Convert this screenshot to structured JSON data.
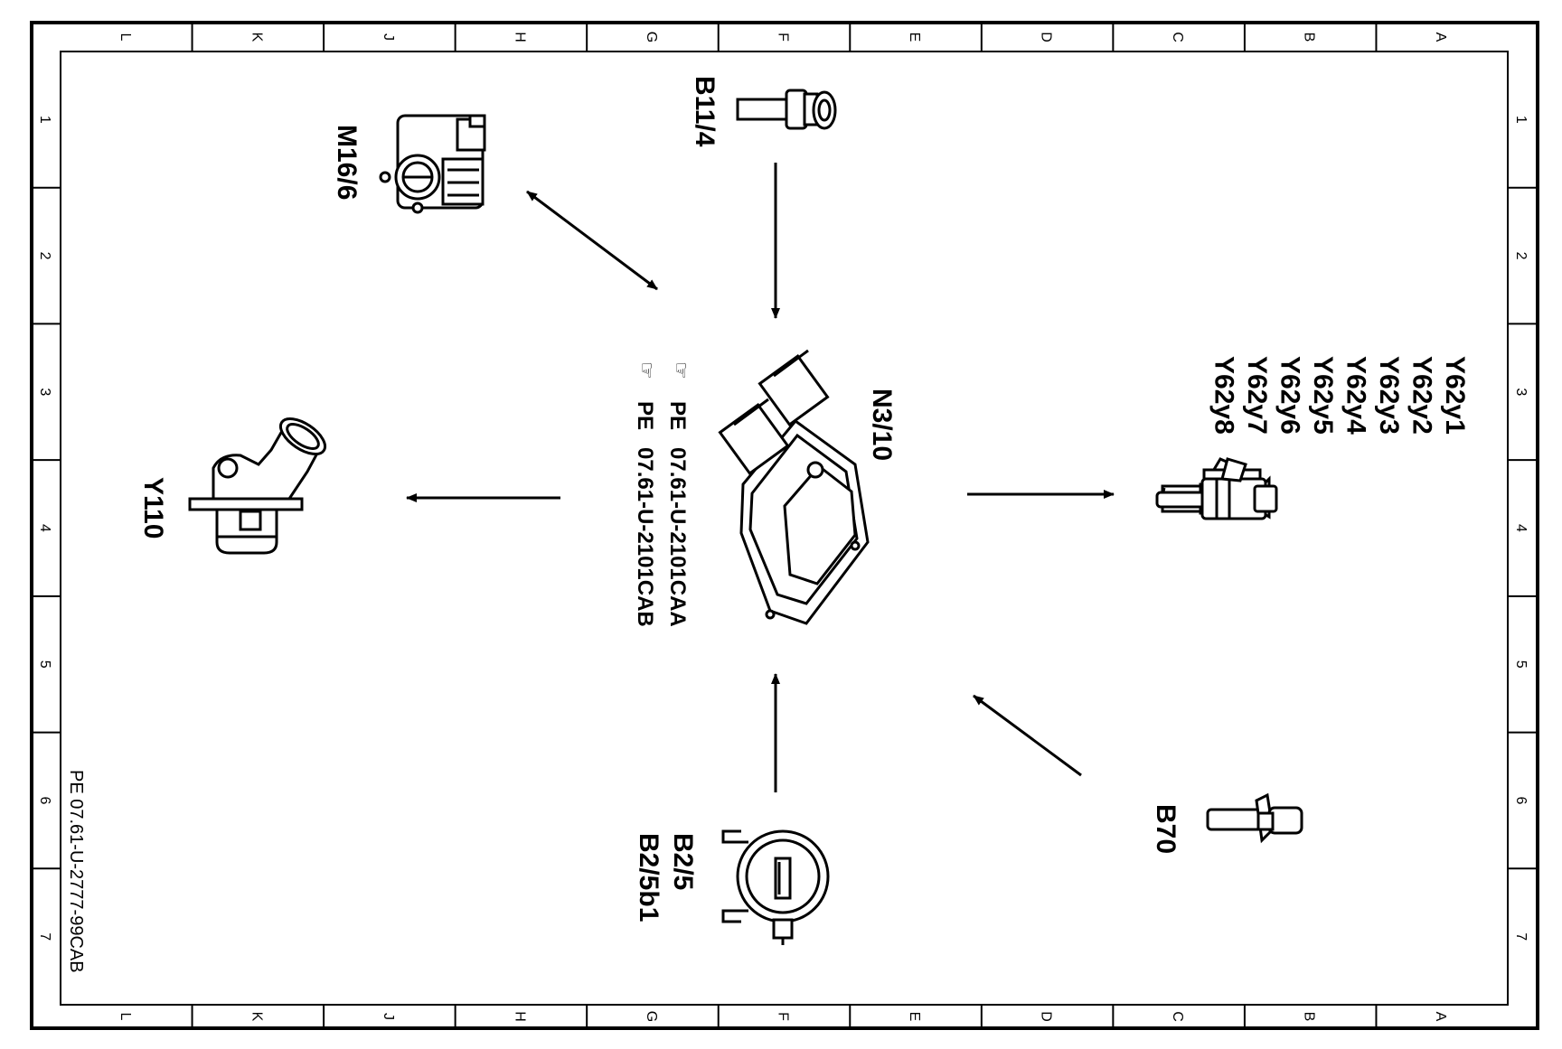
{
  "drawing": {
    "border": {
      "columns": [
        "L",
        "K",
        "J",
        "H",
        "G",
        "F",
        "E",
        "D",
        "C",
        "B",
        "A"
      ],
      "rows": [
        "1",
        "2",
        "3",
        "4",
        "5",
        "6",
        "7"
      ]
    },
    "document_id": "PE 07.61-U-2777-99CAB",
    "components": {
      "control_unit": {
        "label": "N3/10",
        "icon": "engine-control-unit-icon"
      },
      "camshaft_sensor": {
        "label": "B11/4",
        "icon": "sensor-icon"
      },
      "throttle": {
        "label": "M16/6",
        "icon": "throttle-valve-actuator-icon"
      },
      "thermostat": {
        "label": "Y110",
        "icon": "thermostat-icon"
      },
      "injectors": {
        "labels": [
          "Y62y1",
          "Y62y2",
          "Y62y3",
          "Y62y4",
          "Y62y5",
          "Y62y6",
          "Y62y7",
          "Y62y8"
        ],
        "icon": "fuel-injector-icon"
      },
      "crank_sensor": {
        "label": "B70",
        "icon": "crankshaft-sensor-icon"
      },
      "hfm": {
        "labels": [
          "B2/5",
          "B2/5b1"
        ],
        "icon": "air-mass-sensor-icon"
      }
    },
    "references": [
      {
        "prefix": "PE",
        "code": "07.61-U-2101CAA",
        "icon": "hand-pointer-icon"
      },
      {
        "prefix": "PE",
        "code": "07.61-U-2101CAB",
        "icon": "hand-pointer-icon"
      }
    ]
  }
}
